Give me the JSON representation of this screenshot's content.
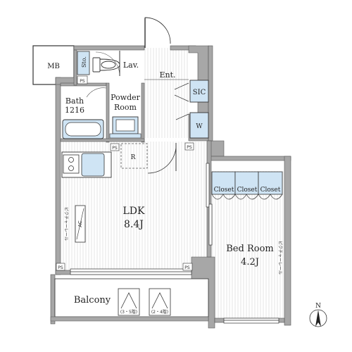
{
  "rooms": {
    "mb": "MB",
    "storage": "Sto.",
    "lavatory": "Lav.",
    "entrance": "Ent.",
    "sic": "SIC",
    "washer": "W",
    "bath_name": "Bath",
    "bath_size": "1216",
    "powder_line1": "Powder",
    "powder_line2": "Room",
    "ldk_name": "LDK",
    "ldk_size": "8.4J",
    "bed_name": "Bed Room",
    "bed_size": "4.2J",
    "balcony": "Balcony",
    "refrigerator": "R",
    "aircon": "AC",
    "closets": [
      "Closet",
      "Closet",
      "Closet"
    ],
    "ps_labels": [
      "PS",
      "PS",
      "PS",
      "PS",
      "PS",
      "PS"
    ],
    "picture_rail_left": "ピクチャーレール",
    "picture_rail_right": "ピクチャーレール"
  },
  "balcony_hatches": [
    "(3・5階)",
    "(2・4階)"
  ],
  "compass": {
    "label": "N"
  },
  "colors": {
    "wall": "#a7a7a7",
    "fixture_blue": "#cfe4f4",
    "floor_line": "#e2e2e2",
    "line": "#333333"
  }
}
